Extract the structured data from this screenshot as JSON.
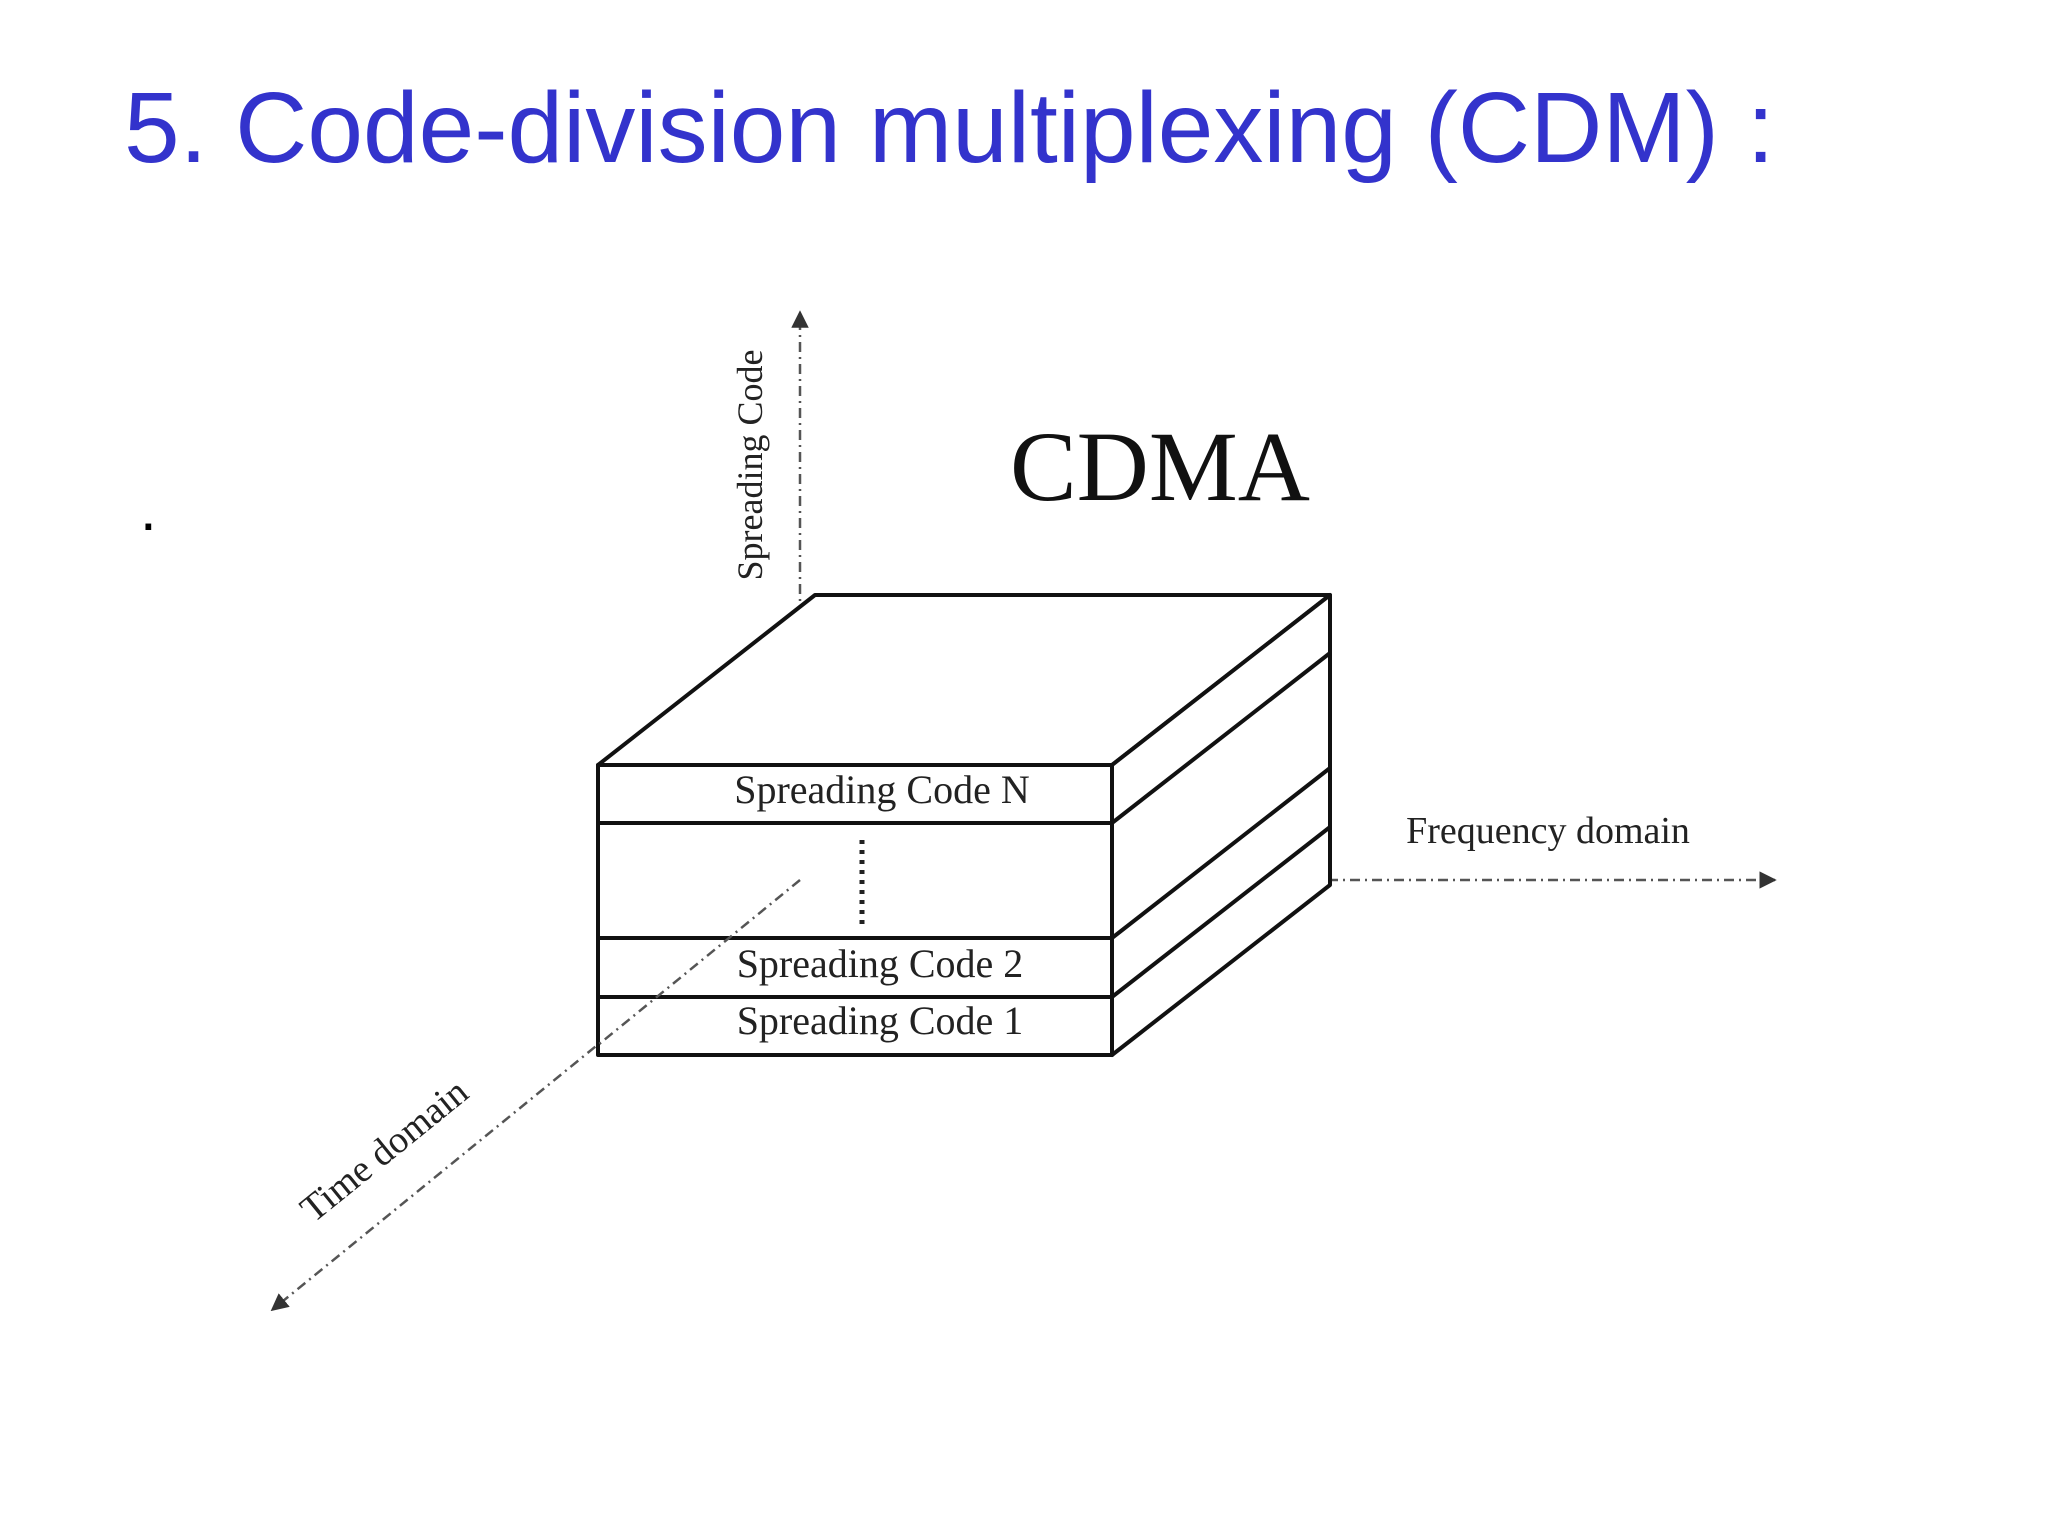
{
  "slide": {
    "title": "5. Code-division multiplexing (CDM) :",
    "bullet": "."
  },
  "diagram": {
    "heading": "CDMA",
    "axes": {
      "vertical": "Spreading Code",
      "horizontal": "Frequency domain",
      "depth": "Time domain"
    },
    "layers": [
      {
        "label": "Spreading Code N"
      },
      {
        "label": ""
      },
      {
        "label": "Spreading Code 2"
      },
      {
        "label": "Spreading Code 1"
      }
    ],
    "colors": {
      "title": "#3333cc",
      "ink": "#111111",
      "axis": "#555555",
      "background": "#ffffff"
    }
  }
}
